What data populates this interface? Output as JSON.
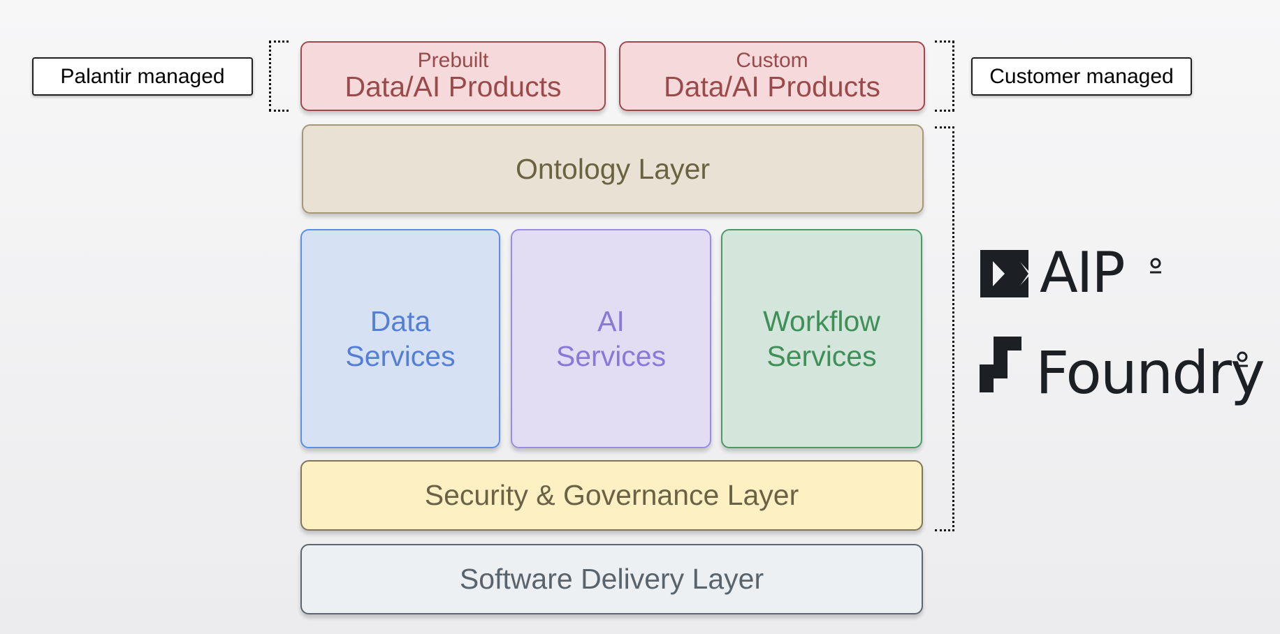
{
  "labels": {
    "left": "Palantir managed",
    "right": "Customer managed"
  },
  "products": {
    "prebuilt": {
      "small": "Prebuilt",
      "large": "Data/AI Products"
    },
    "custom": {
      "small": "Custom",
      "large": "Data/AI Products"
    }
  },
  "layers": {
    "ontology": "Ontology Layer",
    "security": "Security & Governance Layer",
    "delivery": "Software Delivery Layer"
  },
  "services": {
    "data": {
      "line1": "Data",
      "line2": "Services"
    },
    "ai": {
      "line1": "AI",
      "line2": "Services"
    },
    "workflow": {
      "line1": "Workflow",
      "line2": "Services"
    }
  },
  "logos": {
    "aip": "AIP",
    "foundry": "Foundry",
    "icons": [
      "aip-logo-icon",
      "foundry-logo-icon",
      "registered-icon"
    ]
  },
  "colors": {
    "product": "#9a4a4a",
    "ontology": "#6b6340",
    "data_services": "#557fd6",
    "ai_services": "#8a78d8",
    "workflow_services": "#3f8f58",
    "security": "#6b6245",
    "delivery": "#59636c",
    "logo": "#1c2024"
  }
}
